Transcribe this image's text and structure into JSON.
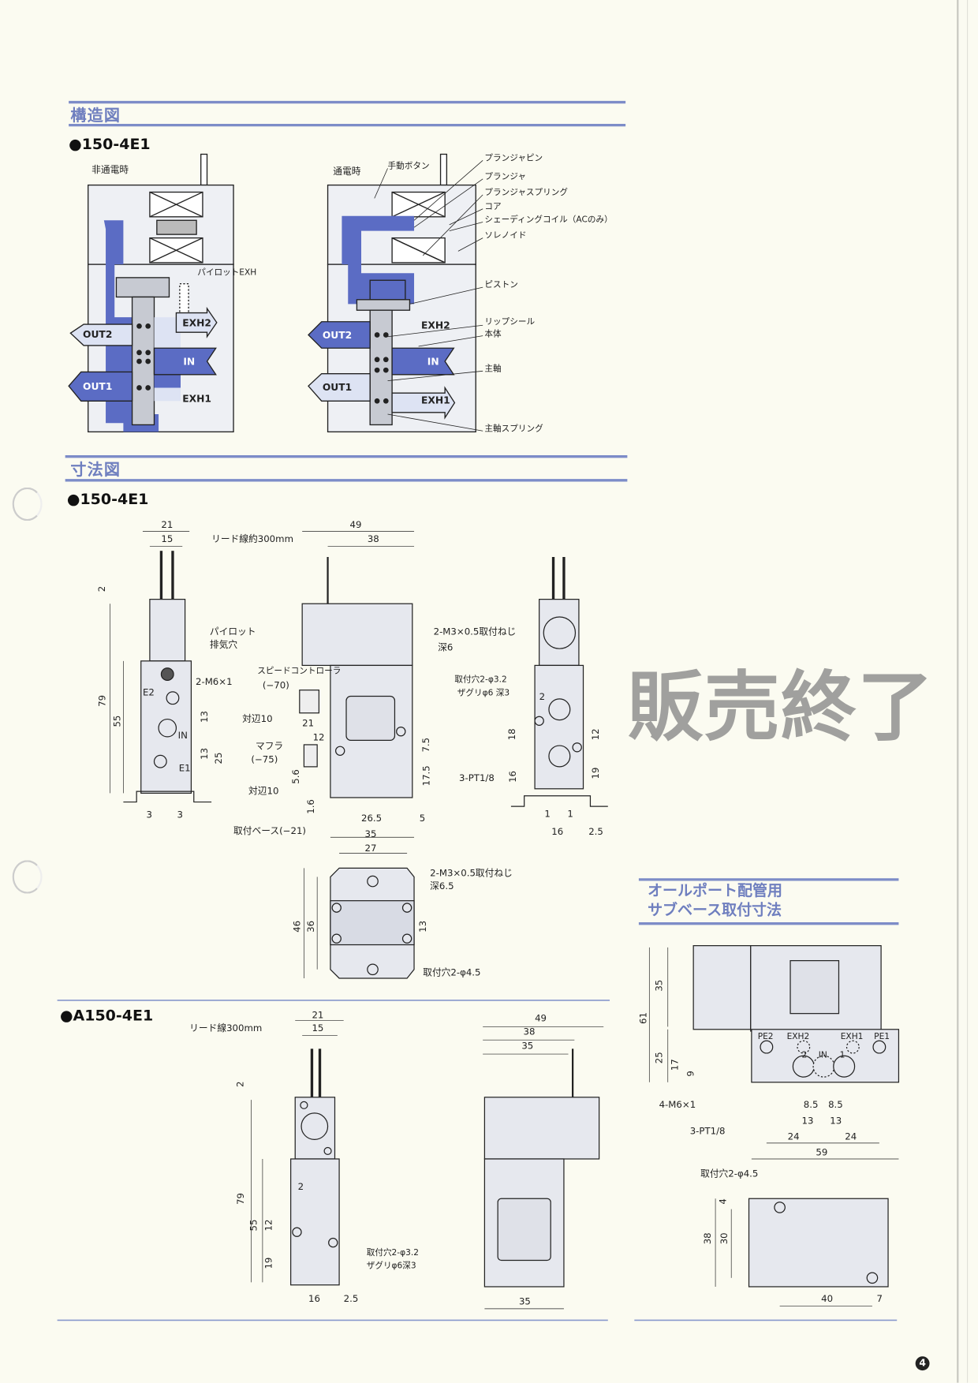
{
  "sections": {
    "structure": "構造図",
    "dimensions": "寸法図",
    "subbase_line1": "オールポート配管用",
    "subbase_line2": "サブベース取付寸法"
  },
  "models": {
    "structure_model": "●150-4E1",
    "dim_model": "●150-4E1",
    "a_model": "●A150-4E1"
  },
  "structure": {
    "state_off": "非通電時",
    "state_on": "通電時",
    "manual_button": "手動ボタン",
    "pilot_exh": "パイロットEXH",
    "parts": [
      "プランジャピン",
      "プランジャ",
      "プランジャスプリング",
      "コア",
      "シェーディングコイル（ACのみ）",
      "ソレノイド",
      "ピストン",
      "リップシール",
      "本体",
      "主軸",
      "主軸スプリング"
    ],
    "ports": {
      "out1": "OUT1",
      "out2": "OUT2",
      "in": "IN",
      "exh1": "EXH1",
      "exh2": "EXH2"
    }
  },
  "dim150": {
    "front": [
      "21",
      "15",
      "リード線約300mm",
      "2",
      "79",
      "55",
      "パイロット",
      "排気穴",
      "E2",
      "2-M6×1",
      "13",
      "IN",
      "13",
      "25",
      "E1",
      "3",
      "3",
      "取付ベース(−21)"
    ],
    "controller": [
      "スピードコントローラ",
      "(−70)",
      "対辺10",
      "21",
      "12",
      "マフラ",
      "(−75)",
      "5.6",
      "対辺10",
      "1.6"
    ],
    "side": [
      "49",
      "38",
      "2-M3×0.5取付ねじ",
      "深6",
      "7.5",
      "17.5",
      "26.5",
      "5"
    ],
    "right": [
      "取付穴2-φ3.2",
      "ザグリφ6 深3",
      "2",
      "18",
      "12",
      "3-PT1/8",
      "16",
      "19",
      "1",
      "1",
      "16",
      "2.5"
    ],
    "top": [
      "35",
      "27",
      "2-M3×0.5取付ねじ",
      "深6.5",
      "46",
      "36",
      "13",
      "取付穴2-φ4.5"
    ]
  },
  "dimA150": {
    "front": [
      "21",
      "15",
      "リード線300mm",
      "2",
      "79",
      "55",
      "12",
      "19",
      "2",
      "取付穴2-φ3.2",
      "ザグリφ6深3",
      "16",
      "2.5"
    ],
    "side": [
      "49",
      "38",
      "35",
      "35"
    ]
  },
  "subbase": {
    "dims": [
      "61",
      "35",
      "25",
      "17",
      "9",
      "4-M6×1",
      "3-PT1/8",
      "8.5",
      "8.5",
      "13",
      "13",
      "24",
      "24",
      "59"
    ],
    "ports": [
      "PE2",
      "EXH2",
      "IN",
      "EXH1",
      "PE1",
      "2",
      "1"
    ],
    "plate": [
      "取付穴2-φ4.5",
      "4",
      "38",
      "30",
      "40",
      "7"
    ]
  },
  "watermark": "販売終了",
  "page_number": "4",
  "colors": {
    "accent": "#6f7fbf",
    "flow": "#5b6cc4",
    "flow_light": "#dde3f3",
    "body": "#e6e8ee"
  }
}
